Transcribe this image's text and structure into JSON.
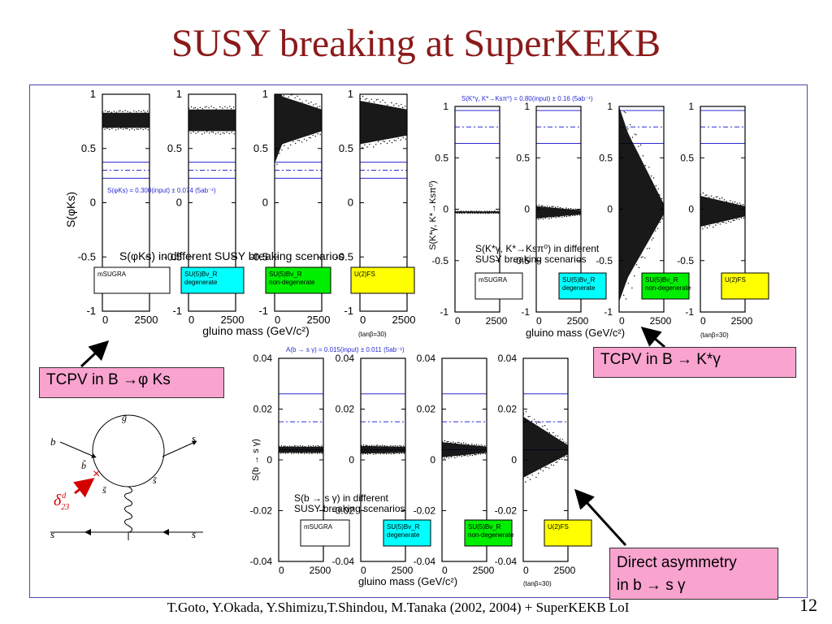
{
  "title": "SUSY breaking at SuperKEKB",
  "footer": "T.Goto, Y.Okada, Y.Shimizu,T.Shindou, M.Tanaka (2002, 2004) + SuperKEKB LoI",
  "page_number": "12",
  "callouts": {
    "phi_ks": "TCPV in B →φ Ks",
    "kstar": "TCPV in B → K*γ",
    "bsg_line1": "Direct asymmetry",
    "bsg_line2": "in b → s γ"
  },
  "colors": {
    "title": "#8b1a1a",
    "callout_bg": "#f9a3cf",
    "mSUGRA": "#ffffff",
    "SU5_degenerate": "#00ffff",
    "SU5_non_degenerate": "#00ee00",
    "U2FS": "#ffff00",
    "reference_lines": "#2a2ad6"
  },
  "diagram_labels": {
    "gluino": "g̃",
    "b_in": "b",
    "s_out": "s",
    "bbar": "b̃",
    "sbar_left": "s̃",
    "sbar_right": "s̃",
    "s_bottom_left": "s",
    "s_bottom_right": "s̄",
    "delta": "δ",
    "delta_sub": "23",
    "delta_sup": "d"
  },
  "chart_data": [
    {
      "type": "scatter",
      "id": "phi_ks",
      "ylabel": "S(φKs)",
      "xlabel": "gluino mass (GeV/c²)",
      "ylim": [
        -1,
        1
      ],
      "yticks": [
        -1,
        -0.5,
        0,
        0.5,
        1
      ],
      "xticks": [
        0,
        2500
      ],
      "xlim": [
        0,
        2500
      ],
      "input_annotation": "S(φKs) = 0.300(input) ± 0.074 (5ab⁻¹)",
      "scenario_title": [
        "S(φKs) in different SUSY breaking scenarios"
      ],
      "reference": {
        "input": 0.3,
        "error": 0.074
      },
      "tan_beta": "(tanβ=30)",
      "panels": [
        {
          "scenario": "mSUGRA",
          "label": [
            "mSUGRA"
          ],
          "band": [
            [
              0,
              0.76
            ],
            [
              2500,
              0.76
            ]
          ],
          "half_width": [
            [
              0,
              0.07
            ],
            [
              2500,
              0.07
            ]
          ]
        },
        {
          "scenario": "SU5_degenerate",
          "label": [
            "SU(5)Bν_R",
            "degenerate"
          ],
          "band": [
            [
              0,
              0.76
            ],
            [
              2500,
              0.76
            ]
          ],
          "half_width": [
            [
              0,
              0.1
            ],
            [
              2500,
              0.1
            ]
          ]
        },
        {
          "scenario": "SU5_non_degenerate",
          "label": [
            "SU(5)Bν_R",
            "non-degenerate"
          ],
          "band": [
            [
              0,
              0.76
            ],
            [
              2500,
              0.76
            ]
          ],
          "half_width": [
            [
              0,
              0.4
            ],
            [
              400,
              0.22
            ],
            [
              2500,
              0.1
            ]
          ]
        },
        {
          "scenario": "U2FS",
          "label": [
            "U(2)FS"
          ],
          "band": [
            [
              0,
              0.74
            ],
            [
              2500,
              0.74
            ]
          ],
          "half_width": [
            [
              0,
              0.2
            ],
            [
              2500,
              0.12
            ]
          ]
        }
      ]
    },
    {
      "type": "scatter",
      "id": "kstar_gamma",
      "ylabel": "S(K*γ, K*→Ksπ⁰)",
      "xlabel": "gluino mass (GeV/c²)",
      "ylim": [
        -1,
        1
      ],
      "yticks": [
        -1,
        -0.5,
        0,
        0.5,
        1
      ],
      "xticks": [
        0,
        2500
      ],
      "xlim": [
        0,
        2500
      ],
      "input_annotation": "S(K*γ, K*→Ksπ⁰) = 0.80(input) ± 0.16 (5ab⁻¹)",
      "scenario_title": [
        "S(K*γ, K*→Ksπ⁰) in different",
        "SUSY breaking scenarios"
      ],
      "reference": {
        "input": 0.8,
        "error": 0.16
      },
      "tan_beta": "(tanβ=30)",
      "panels": [
        {
          "scenario": "mSUGRA",
          "label": [
            "mSUGRA"
          ],
          "band": [
            [
              0,
              -0.03
            ],
            [
              2500,
              -0.03
            ]
          ],
          "half_width": [
            [
              0,
              0.008
            ],
            [
              2500,
              0.008
            ]
          ]
        },
        {
          "scenario": "SU5_degenerate",
          "label": [
            "SU(5)Bν_R",
            "degenerate"
          ],
          "band": [
            [
              0,
              -0.03
            ],
            [
              2500,
              -0.03
            ]
          ],
          "half_width": [
            [
              0,
              0.06
            ],
            [
              2500,
              0.02
            ]
          ]
        },
        {
          "scenario": "SU5_non_degenerate",
          "label": [
            "SU(5)Bν_R",
            "non-degenerate"
          ],
          "band": [
            [
              0,
              0.05
            ],
            [
              2500,
              0.0
            ]
          ],
          "half_width": [
            [
              0,
              0.95
            ],
            [
              500,
              0.7
            ],
            [
              2500,
              0.05
            ]
          ]
        },
        {
          "scenario": "U2FS",
          "label": [
            "U(2)FS"
          ],
          "band": [
            [
              0,
              -0.02
            ],
            [
              2500,
              -0.02
            ]
          ],
          "half_width": [
            [
              0,
              0.15
            ],
            [
              2500,
              0.05
            ]
          ]
        }
      ]
    },
    {
      "type": "scatter",
      "id": "b_to_s_gamma",
      "ylabel": "S(b → s γ)",
      "xlabel": "gluino mass (GeV/c²)",
      "ylim": [
        -0.04,
        0.04
      ],
      "yticks": [
        -0.04,
        -0.02,
        0,
        0.02,
        0.04
      ],
      "xticks": [
        0,
        2500
      ],
      "xlim": [
        0,
        2500
      ],
      "input_annotation": "A(b → s γ) = 0.015(input) ± 0.011 (5ab⁻¹)",
      "scenario_title": [
        "S(b → s γ) in different",
        "SUSY breaking scenarios"
      ],
      "reference": {
        "input": 0.015,
        "error": 0.011
      },
      "tan_beta": "(tanβ=30)",
      "panels": [
        {
          "scenario": "mSUGRA",
          "label": [
            "mSUGRA"
          ],
          "band": [
            [
              0,
              0.004
            ],
            [
              2500,
              0.004
            ]
          ],
          "half_width": [
            [
              0,
              0.0012
            ],
            [
              2500,
              0.0012
            ]
          ]
        },
        {
          "scenario": "SU5_degenerate",
          "label": [
            "SU(5)Bν_R",
            "degenerate"
          ],
          "band": [
            [
              0,
              0.004
            ],
            [
              2500,
              0.004
            ]
          ],
          "half_width": [
            [
              0,
              0.0015
            ],
            [
              2500,
              0.0012
            ]
          ]
        },
        {
          "scenario": "SU5_non_degenerate",
          "label": [
            "SU(5)Bν_R",
            "non-degenerate"
          ],
          "band": [
            [
              0,
              0.004
            ],
            [
              2500,
              0.004
            ]
          ],
          "half_width": [
            [
              0,
              0.003
            ],
            [
              2500,
              0.0012
            ]
          ]
        },
        {
          "scenario": "U2FS",
          "label": [
            "U(2)FS"
          ],
          "band": [
            [
              0,
              0.005
            ],
            [
              2500,
              0.004
            ]
          ],
          "half_width": [
            [
              0,
              0.012
            ],
            [
              2500,
              0.0018
            ]
          ]
        }
      ]
    }
  ]
}
